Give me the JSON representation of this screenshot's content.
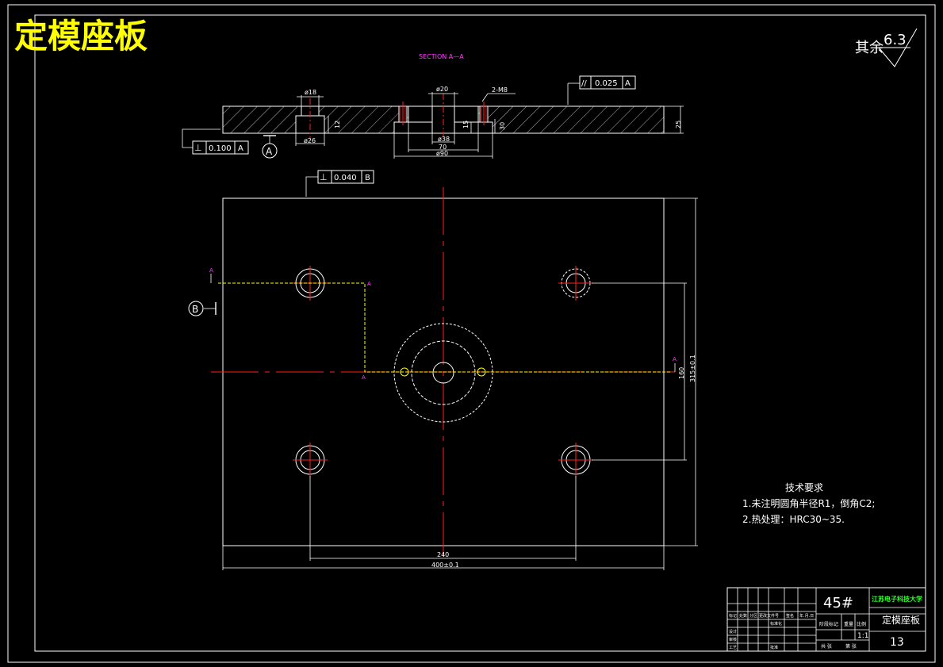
{
  "title": "定模座板",
  "section_label": "SECTION A—A",
  "surface_finish": {
    "prefix": "其余",
    "value": "6.3"
  },
  "section_dims": {
    "d18": "ø18",
    "d20": "ø20",
    "holes": "2-M8",
    "d26": "ø26",
    "d38": "ø38",
    "d70": "70",
    "d90": "ø90",
    "t12": "12",
    "t15": "15",
    "t30": "30",
    "thick": "25"
  },
  "tolerances": {
    "parallel": {
      "symbol": "//",
      "value": "0.025",
      "datum": "A"
    },
    "perp_a": {
      "symbol": "⊥",
      "value": "0.100",
      "datum": "A"
    },
    "perp_b": {
      "symbol": "⊥",
      "value": "0.040",
      "datum": "B"
    }
  },
  "datums": {
    "a": "A",
    "b": "B"
  },
  "cut_markers": {
    "label": "A"
  },
  "plan_dims": {
    "inner_width": "240",
    "outer_width": "400±0.1",
    "inner_height": "160",
    "outer_height": "315±0.1"
  },
  "tech_requirements": {
    "heading": "技术要求",
    "items": [
      "1.未注明圆角半径R1，倒角C2;",
      "2.热处理：HRC30~35."
    ]
  },
  "title_block": {
    "material": "45#",
    "school": "江苏电子科技大学",
    "part_name": "定模座板",
    "drawing_no": "13",
    "scale": "1:1",
    "stage_label": "阶段标记",
    "weight_label": "重量",
    "ratio_label": "比例",
    "sheets_label": "共 张",
    "sheet_label": "第 张",
    "rows": [
      [
        "标记",
        "处数",
        "分区",
        "更改文件号",
        "签名",
        "年.月.日"
      ],
      [
        "设计",
        "",
        "标准化",
        "",
        "",
        ""
      ],
      [
        "审核",
        "",
        "",
        "",
        "",
        ""
      ],
      [
        "工艺",
        "",
        "批准",
        "",
        "",
        ""
      ]
    ]
  }
}
